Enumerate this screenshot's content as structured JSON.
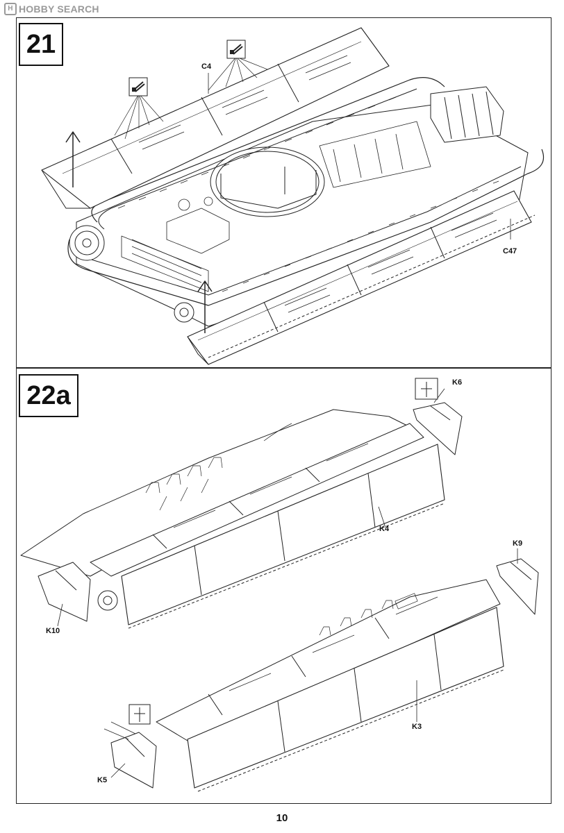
{
  "watermark": {
    "logo": "H",
    "text": "HOBBY SEARCH"
  },
  "steps": [
    {
      "number": "21",
      "parts": [
        "C4",
        "C47"
      ]
    },
    {
      "number": "22a",
      "parts": [
        "K6",
        "K4",
        "K10",
        "K9",
        "K3",
        "K5"
      ]
    }
  ],
  "labels": {
    "c4": "C4",
    "c47": "C47",
    "k6": "K6",
    "k4": "K4",
    "k10": "K10",
    "k9": "K9",
    "k3": "K3",
    "k5": "K5"
  },
  "icons": [
    "glue-icon",
    "glue-icon",
    "cement-icon",
    "cement-icon"
  ],
  "page_number": "10",
  "colors": {
    "line": "#222222",
    "watermark": "#9a9a9a"
  }
}
